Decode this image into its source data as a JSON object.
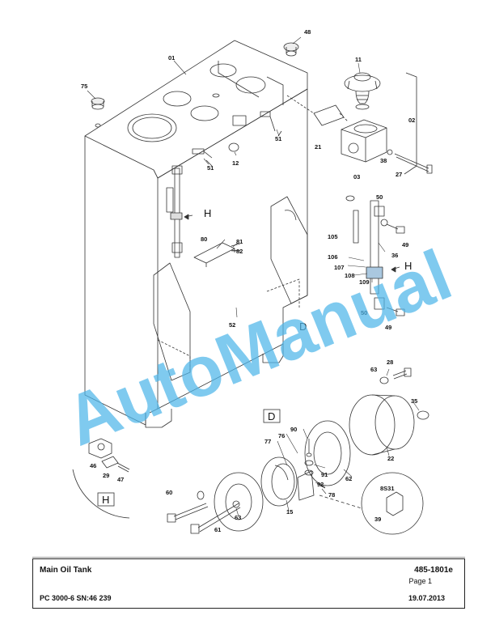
{
  "callouts": {
    "c01": "01",
    "c02": "02",
    "c03": "03",
    "c11": "11",
    "c12": "12",
    "c15": "15",
    "c21": "21",
    "c22": "22",
    "c27": "27",
    "c28": "28",
    "c29": "29",
    "c35": "35",
    "c36": "36",
    "c38": "38",
    "c39": "39",
    "c46": "46",
    "c47": "47",
    "c48": "48",
    "c49a": "49",
    "c49b": "49",
    "c50a": "50",
    "c50b": "50",
    "c51a": "51",
    "c51b": "51",
    "c52": "52",
    "c60": "60",
    "c61": "61",
    "c62": "62",
    "c63a": "63",
    "c63b": "63",
    "c75": "75",
    "c76": "76",
    "c77": "77",
    "c78": "78",
    "c80": "80",
    "c81": "81",
    "c82": "82",
    "c90": "90",
    "c91": "91",
    "c92": "92",
    "c105": "105",
    "c106": "106",
    "c107": "107",
    "c108": "108",
    "c109": "109"
  },
  "detail_labels": {
    "h_main": "H",
    "h_sight": "H",
    "h_box": "H",
    "d_main": "D",
    "d_box": "D",
    "code_8s31": "8S31"
  },
  "watermark": "AutoManual",
  "title_block": {
    "title": "Main Oil Tank",
    "doc_number": "485-1801e",
    "page": "Page 1",
    "model": "PC 3000-6 SN:46 239",
    "date": "19.07.2013"
  }
}
